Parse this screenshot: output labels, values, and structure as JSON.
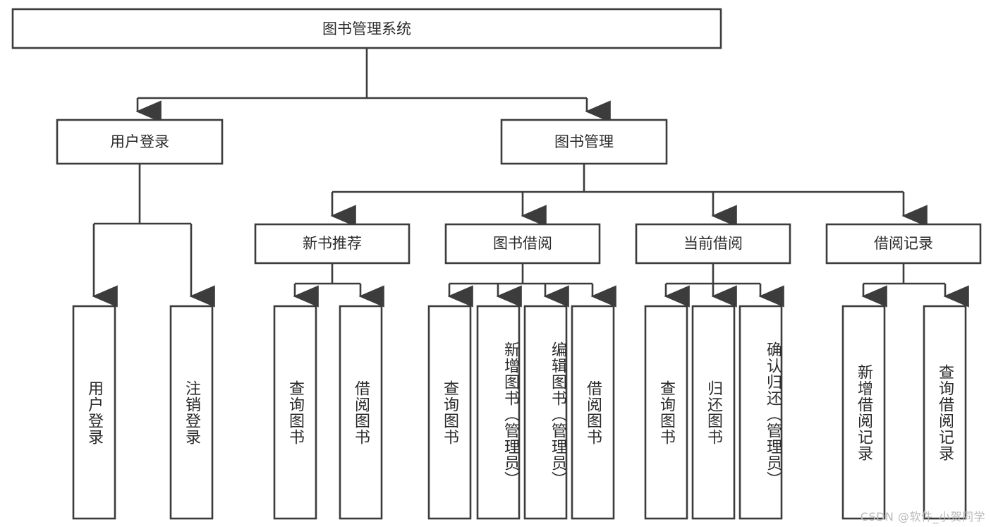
{
  "diagram": {
    "type": "tree",
    "title": "图书管理系统",
    "orientation": "top-down",
    "root": {
      "id": "root",
      "label": "图书管理系统"
    },
    "level2": [
      {
        "id": "user-login",
        "label": "用户登录"
      },
      {
        "id": "book-manage",
        "label": "图书管理"
      }
    ],
    "level3": [
      {
        "id": "new-book-recommend",
        "label": "新书推荐",
        "parent": "book-manage"
      },
      {
        "id": "book-borrow",
        "label": "图书借阅",
        "parent": "book-manage"
      },
      {
        "id": "current-borrow",
        "label": "当前借阅",
        "parent": "book-manage"
      },
      {
        "id": "borrow-record",
        "label": "借阅记录",
        "parent": "book-manage"
      }
    ],
    "leaves": [
      {
        "id": "leaf-user-login",
        "label": "用户登录",
        "parent": "user-login"
      },
      {
        "id": "leaf-user-logout",
        "label": "注销登录",
        "parent": "user-login"
      },
      {
        "id": "leaf-query-book-1",
        "label": "查询图书",
        "parent": "new-book-recommend"
      },
      {
        "id": "leaf-borrow-book-1",
        "label": "借阅图书",
        "parent": "new-book-recommend"
      },
      {
        "id": "leaf-query-book-2",
        "label": "查询图书",
        "parent": "book-borrow"
      },
      {
        "id": "leaf-add-book",
        "label": "新增图书（管理员）",
        "parent": "book-borrow"
      },
      {
        "id": "leaf-edit-book",
        "label": "编辑图书（管理员）",
        "parent": "book-borrow"
      },
      {
        "id": "leaf-borrow-book-2",
        "label": "借阅图书",
        "parent": "book-borrow"
      },
      {
        "id": "leaf-query-book-3",
        "label": "查询图书",
        "parent": "current-borrow"
      },
      {
        "id": "leaf-return-book",
        "label": "归还图书",
        "parent": "current-borrow"
      },
      {
        "id": "leaf-confirm-return",
        "label": "确认归还（管理员）",
        "parent": "current-borrow"
      },
      {
        "id": "leaf-add-record",
        "label": "新增借阅记录",
        "parent": "borrow-record"
      },
      {
        "id": "leaf-query-record",
        "label": "查询借阅记录",
        "parent": "borrow-record"
      }
    ],
    "colors": {
      "stroke": "#3c3c3c",
      "fill": "#ffffff",
      "text": "#2b2b2b",
      "watermark": "#b9b9b9"
    }
  },
  "watermark": {
    "text": "CSDN @软件_小贺同学"
  }
}
